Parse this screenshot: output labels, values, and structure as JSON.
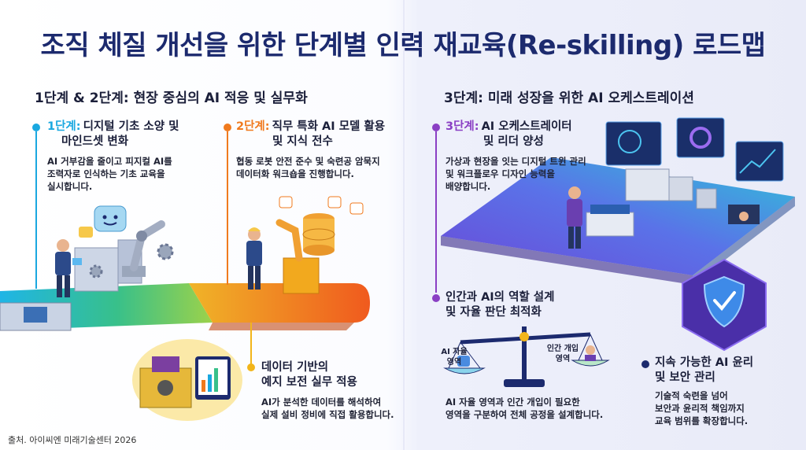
{
  "title": "조직 체질 개선을 위한 단계별 인력 재교육(Re-skilling) 로드맵",
  "left_section": {
    "title": "1단계 & 2단계: 현장 중심의 AI 적응 및 실무화"
  },
  "right_section": {
    "title": "3단계: 미래 성장을 위한 AI 오케스트레이션"
  },
  "stages": [
    {
      "num": "1단계:",
      "line1": "디지털 기초 소양 및",
      "line2": "마인드셋 변화",
      "desc1": "AI 거부감을 줄이고 피지컬 AI를",
      "desc2": "조력자로 인식하는 기초 교육을",
      "desc3": "실시합니다.",
      "color": "#1aa8e0"
    },
    {
      "num": "2단계:",
      "line1": "직무 특화 AI 모델 활용",
      "line2": "및 지식 전수",
      "desc1": "협동 로봇 안전 준수 및 숙련공 암묵지",
      "desc2": "데이터화 워크숍을 진행합니다.",
      "color": "#f07a1e"
    },
    {
      "num": "3단계:",
      "line1": "AI 오케스트레이터",
      "line2": "및 리더 양성",
      "desc1": "가상과 현장을 잇는 디지털 트윈 관리",
      "desc2": "및 워크플로우 디자인 능력을",
      "desc3": "배양합니다.",
      "color": "#8a3fc4"
    }
  ],
  "sub_items": [
    {
      "line1": "데이터 기반의",
      "line2": "예지 보전 실무 적용",
      "desc1": "AI가 분석한 데이터를 해석하여",
      "desc2": "실제 설비 정비에 직접 활용합니다.",
      "color": "#f2b51a"
    },
    {
      "line1": "인간과 AI의 역할 설계",
      "line2": "및 자율 판단 최적화",
      "desc1": "AI 자율 영역과 인간 개입이 필요한",
      "desc2": "영역을 구분하여 전체 공정을 설계합니다.",
      "color": "#8a3fc4"
    },
    {
      "line1": "지속 가능한 AI 윤리",
      "line2": "및 보안 관리",
      "desc1": "기술적 숙련을 넘어",
      "desc2": "보안과 윤리적 책임까지",
      "desc3": "교육 범위를 확장합니다.",
      "color": "#1c2a6e"
    }
  ],
  "scale_labels": {
    "left1": "AI 자율",
    "left2": "영역",
    "right1": "인간 개입",
    "right2": "영역"
  },
  "source": "출처. 아이씨엔 미래기술센터 2026"
}
